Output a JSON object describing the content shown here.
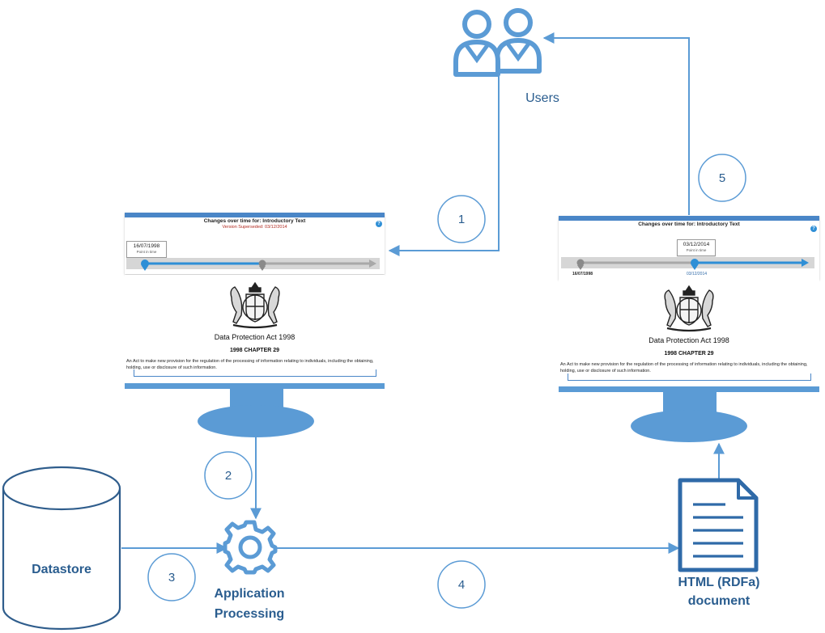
{
  "colors": {
    "accent": "#5b9bd5",
    "accent_dark": "#2f5d8c",
    "label": "#2a5d8f",
    "screen_bar": "#4a86c7",
    "timeline_active": "#2f8fd6",
    "superseded": "#b0291f",
    "step_border": "#5b9bd5"
  },
  "users": {
    "label": "Users",
    "icon": "users-icon"
  },
  "steps": [
    "1",
    "2",
    "3",
    "4",
    "5"
  ],
  "left_screen": {
    "header": "Changes over time for: Introductory Text",
    "status": "Version Superseded: 03/12/2014",
    "date": "16/07/1998",
    "point_label": "Point in time",
    "help": "?",
    "crest": "royal-coat-of-arms",
    "act_title": "Data Protection Act 1998",
    "chapter": "1998 CHAPTER 29",
    "body": "An Act to make new provision for the regulation of the processing of information relating to individuals, including the obtaining, holding, use or disclosure of such information."
  },
  "right_screen": {
    "header": "Changes over time for: Introductory Text",
    "date": "03/12/2014",
    "point_label": "Point in time",
    "help": "?",
    "tick_start": "16/07/1998",
    "tick_end": "03/12/2014",
    "crest": "royal-coat-of-arms",
    "act_title": "Data Protection Act 1998",
    "chapter": "1998 CHAPTER 29",
    "body": "An Act to make new provision for the regulation of the processing of information relating to individuals, including the obtaining, holding, use or disclosure of such information."
  },
  "datastore": {
    "label": "Datastore"
  },
  "processing": {
    "label_line1": "Application",
    "label_line2": "Processing",
    "icon": "gear-icon"
  },
  "document": {
    "label_line1": "HTML (RDFa)",
    "label_line2": "document",
    "icon": "document-icon"
  }
}
